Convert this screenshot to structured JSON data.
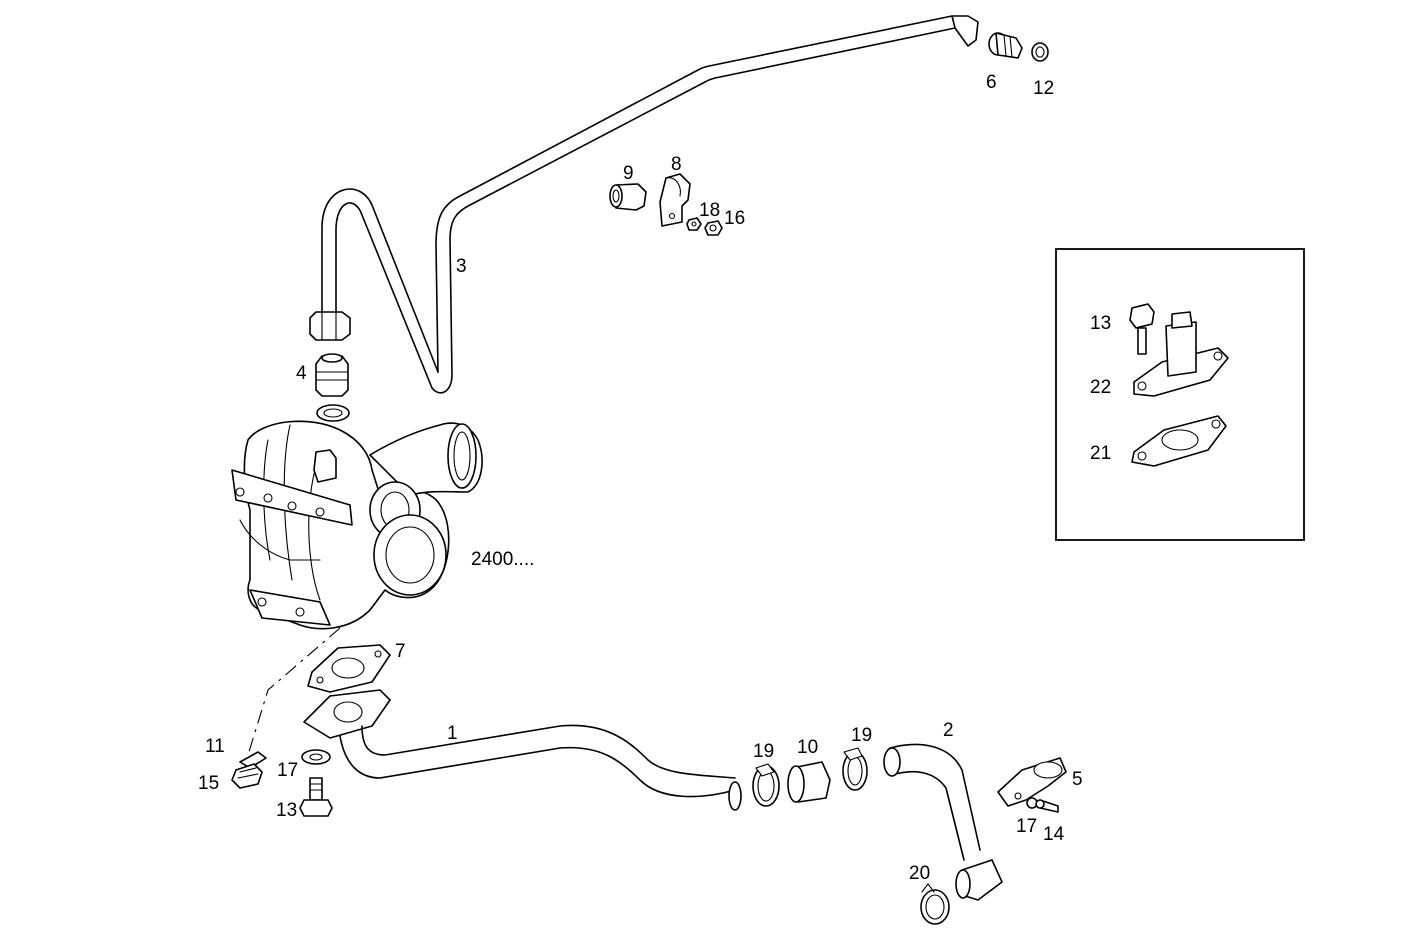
{
  "diagram": {
    "labels": {
      "p1": "1",
      "p2": "2",
      "p3": "3",
      "p4": "4",
      "p5": "5",
      "p6": "6",
      "p7": "7",
      "p8": "8",
      "p9": "9",
      "p10": "10",
      "p11": "11",
      "p12": "12",
      "p13": "13",
      "p14": "14",
      "p15": "15",
      "p16": "16",
      "p17a": "17",
      "p17b": "17",
      "p18": "18",
      "p19a": "19",
      "p19b": "19",
      "p20": "20",
      "model": "2400...."
    },
    "inset_labels": {
      "p13": "13",
      "p22": "22",
      "p21": "21"
    }
  }
}
